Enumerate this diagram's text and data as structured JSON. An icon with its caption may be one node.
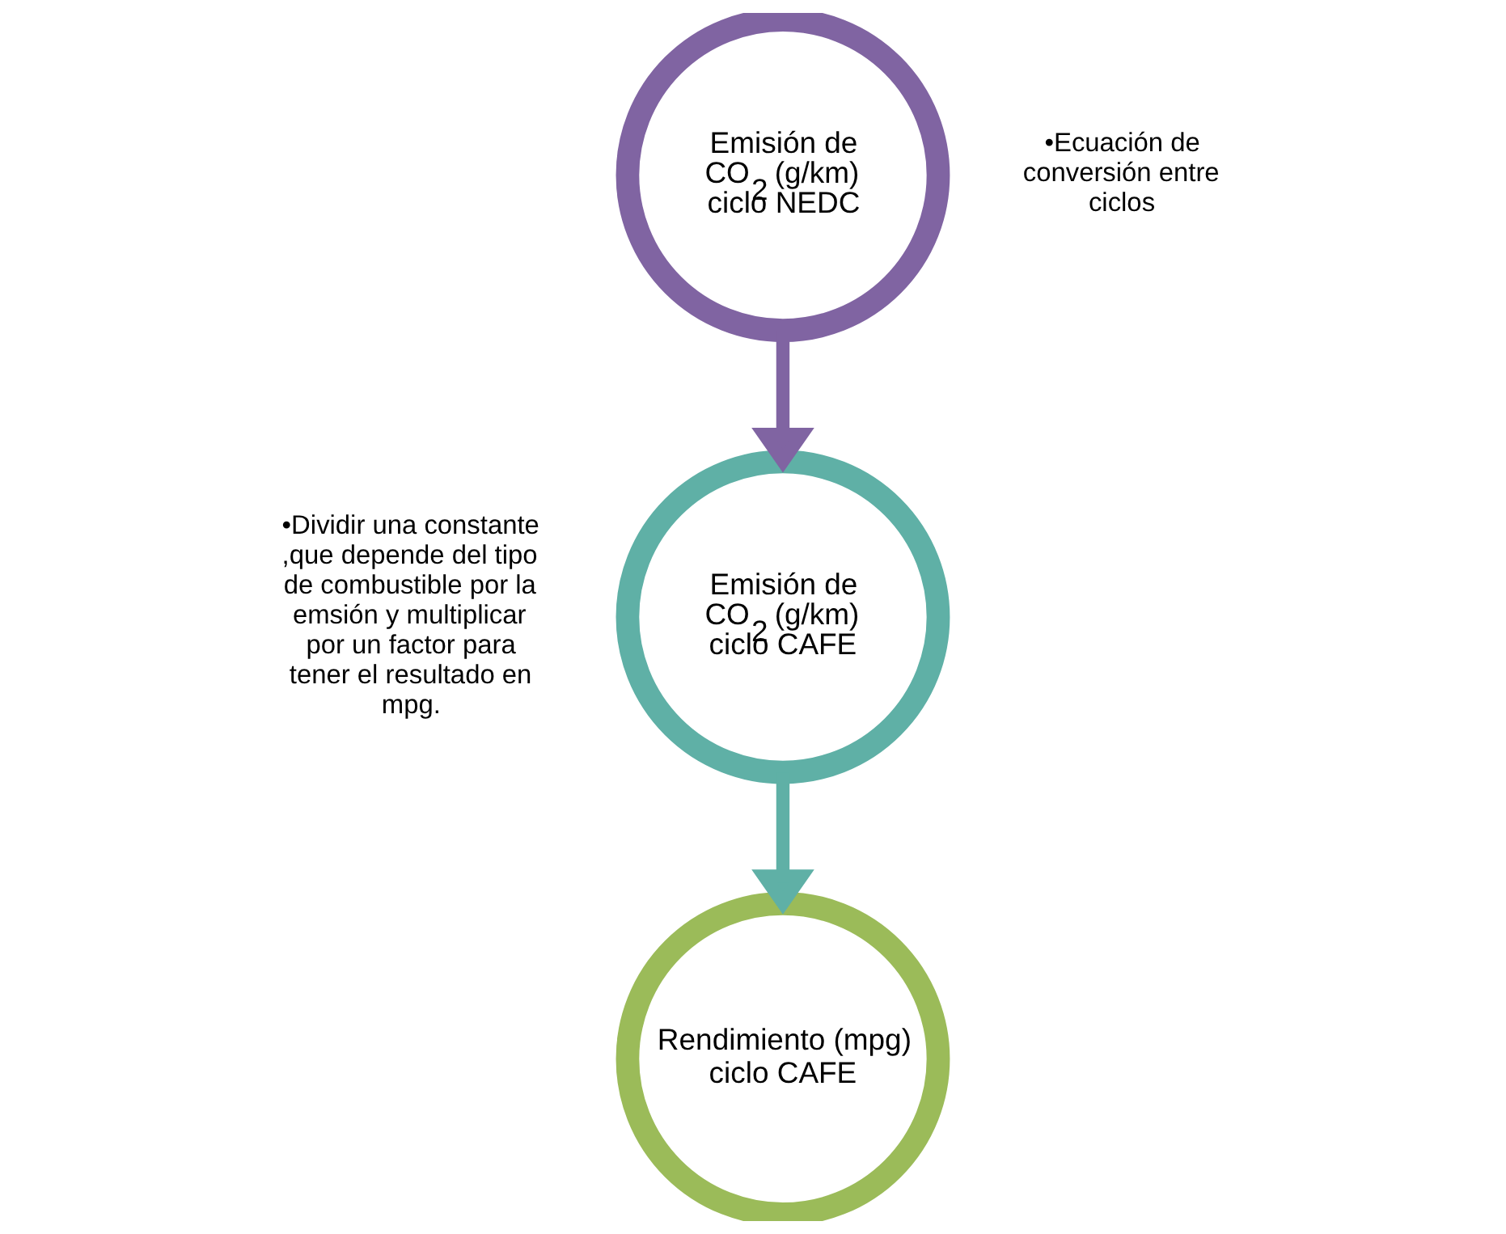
{
  "diagram": {
    "nodes": [
      {
        "text": [
          "Emisión de CO$_{2}$ (g/km) ciclo NEDC"
        ],
        "beside": [
          "•Ecuación de conversión entre ciclos"
        ]
      },
      {
        "text": [
          "Emisión de CO$_{2}$ (g/km) ciclo CAFE"
        ],
        "beside": [
          "•Dividir una constante ,que depende del tipo de combustible por la emsión y multiplicar por un factor para tener el resultado en mpg."
        ]
      },
      {
        "text": [
          "Rendimiento (mpg) ciclo CAFE"
        ]
      }
    ],
    "edges": [
      {
        "from": 0,
        "to": 1,
        "arrow": "to",
        "color": "#8064a2"
      },
      {
        "from": 1,
        "to": 2,
        "arrow": "to",
        "color": "#5fb0a6"
      }
    ]
  }
}
